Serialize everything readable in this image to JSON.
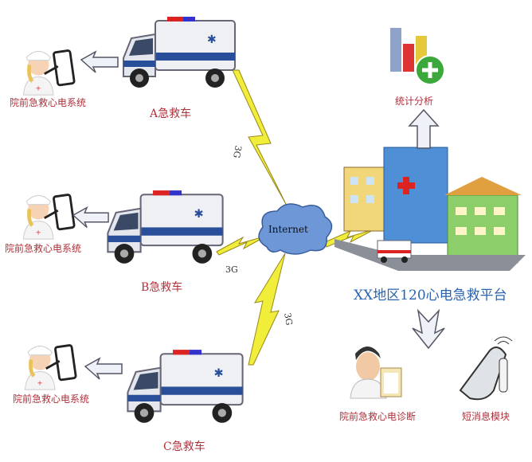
{
  "terminals": [
    {
      "label": "院前急救心电系统"
    },
    {
      "label": "院前急救心电系统"
    },
    {
      "label": "院前急救心电系统"
    }
  ],
  "ambulances": [
    {
      "label": "A急救车"
    },
    {
      "label": "B急救车"
    },
    {
      "label": "C急救车"
    }
  ],
  "links": {
    "a": "3G",
    "b": "3G",
    "c": "3G"
  },
  "cloud": {
    "label": "Internet"
  },
  "platform": {
    "title": "XX地区120心电急救平台"
  },
  "outputs": {
    "stats": "统计分析",
    "diagnosis": "院前急救心电诊断",
    "sms": "短消息模块"
  },
  "colors": {
    "label_red": "#b0303a",
    "platform_blue": "#2a64b0",
    "bolt": "#f0ee3a"
  }
}
